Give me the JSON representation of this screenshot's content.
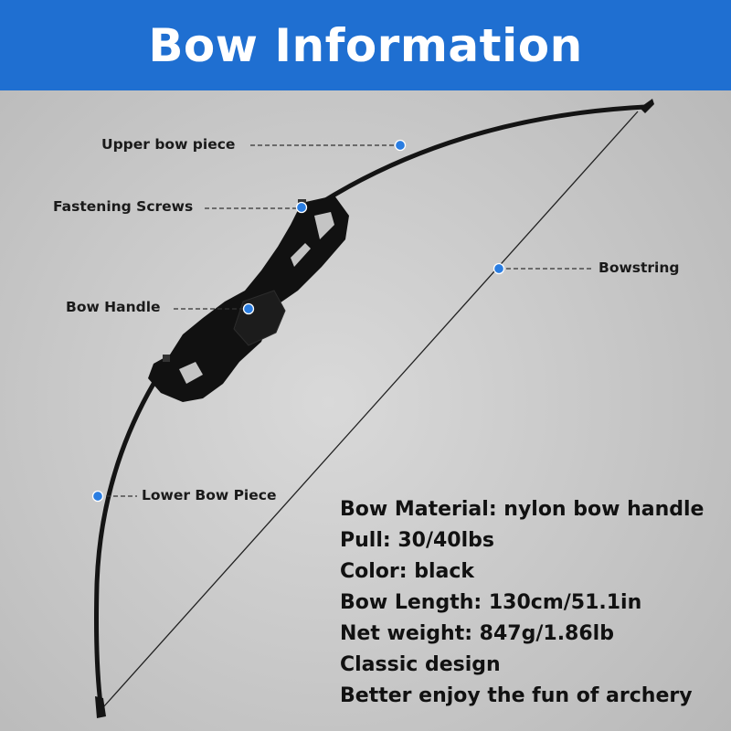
{
  "title": "Bow Information",
  "colors": {
    "banner": "#1f6fd1",
    "marker": "#2a7de1",
    "bow": "#141414"
  },
  "parts": {
    "upper_bow_piece": "Upper bow piece",
    "fastening_screws": "Fastening Screws",
    "bow_handle": "Bow Handle",
    "bowstring": "Bowstring",
    "lower_bow_piece": "Lower Bow Piece"
  },
  "specs": [
    "Bow Material: nylon bow handle",
    "Pull: 30/40lbs",
    "Color: black",
    "Bow Length: 130cm/51.1in",
    "Net weight: 847g/1.86lb",
    "Classic design",
    "Better enjoy the fun of archery"
  ]
}
